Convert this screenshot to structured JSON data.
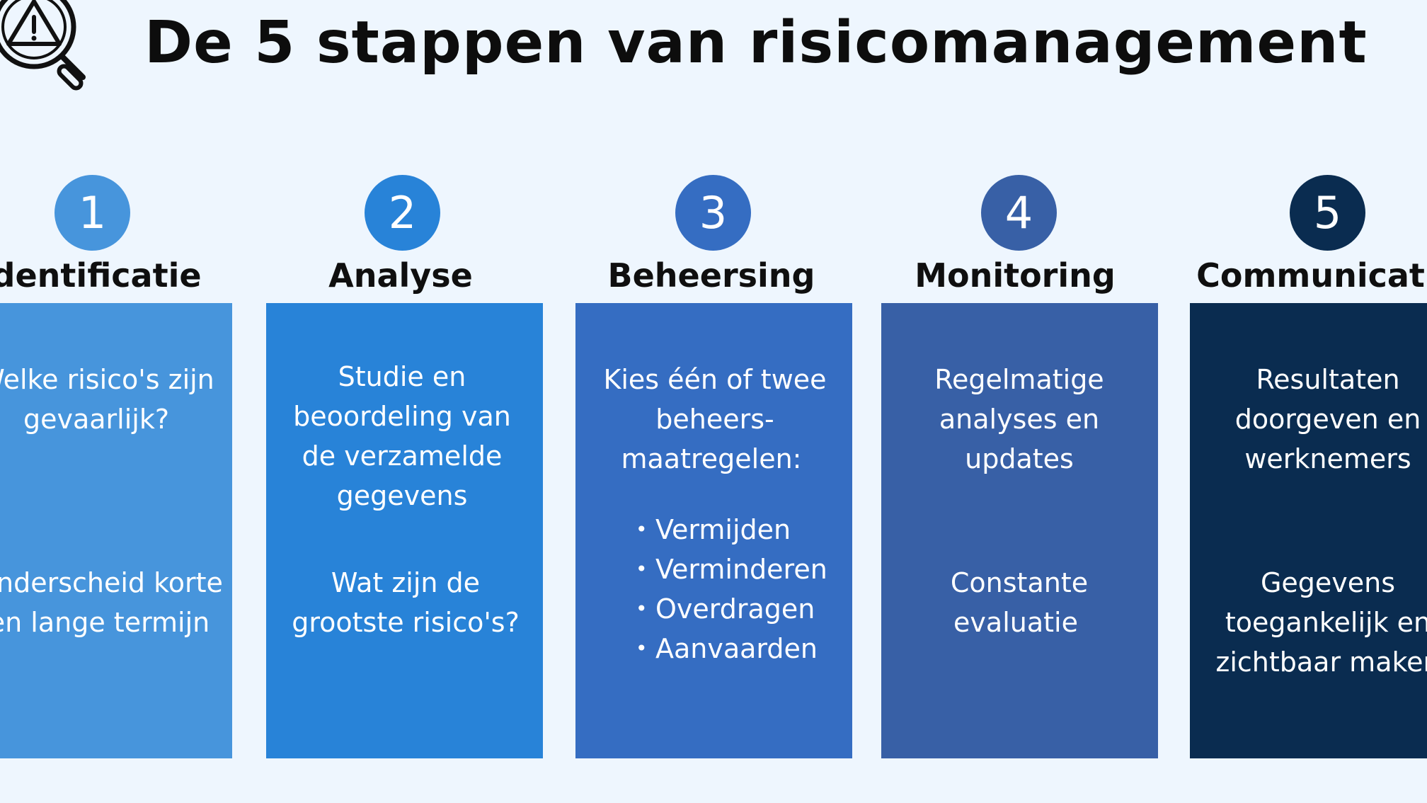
{
  "title": "De 5 stappen van risicomanagement",
  "logo_icon": "warning-magnifier-icon",
  "steps": [
    {
      "number": "1",
      "heading": "Identificatie",
      "color": "#4795dc",
      "text1": [
        "Welke risico's zijn",
        "gevaarlijk?"
      ],
      "text2": [
        "Onderscheid korte",
        "en lange termijn"
      ]
    },
    {
      "number": "2",
      "heading": "Analyse",
      "color": "#2883d8",
      "text1": [
        "Studie en",
        "beoordeling van",
        "de verzamelde",
        "gegevens"
      ],
      "text2": [
        "Wat zijn de",
        "grootste risico's?"
      ]
    },
    {
      "number": "3",
      "heading": "Beheersing",
      "color": "#356dc2",
      "text1": [
        "Kies één of twee",
        "beheers-",
        "maatregelen:"
      ],
      "list": [
        "Vermijden",
        "Verminderen",
        "Overdragen",
        "Aanvaarden"
      ]
    },
    {
      "number": "4",
      "heading": "Monitoring",
      "color": "#3860a6",
      "text1": [
        "Regelmatige",
        "analyses en",
        "updates"
      ],
      "text2": [
        "Constante",
        "evaluatie"
      ]
    },
    {
      "number": "5",
      "heading": "Communicatie",
      "color": "#0a2c50",
      "text1": [
        "Resultaten",
        "doorgeven en",
        "werknemers"
      ],
      "text2": [
        "Gegevens",
        "toegankelijk en",
        "zichtbaar maken"
      ]
    }
  ]
}
